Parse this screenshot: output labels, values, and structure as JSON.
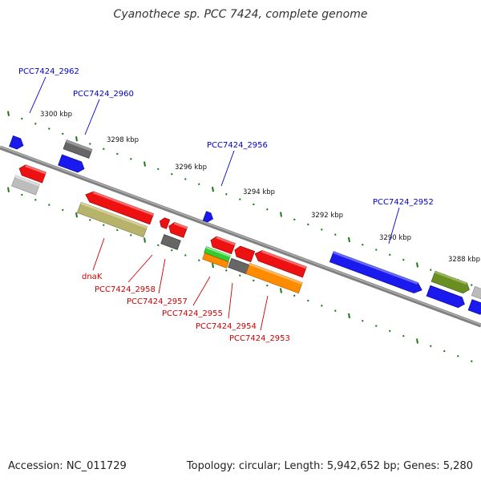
{
  "title": "Cyanothece sp. PCC 7424, complete genome",
  "footer": {
    "accession": "Accession: NC_011729",
    "summary": "Topology: circular; Length: 5,942,652 bp; Genes: 5,280"
  },
  "colors": {
    "forward_labels": "#0000cc",
    "reverse_labels": "#cc0000",
    "backbone": "#808080",
    "ticks": "#1a7a1a"
  },
  "scale": {
    "ticks": [
      "3300 kbp",
      "3298 kbp",
      "3296 kbp",
      "3294 kbp",
      "3292 kbp",
      "3290 kbp",
      "3288 kbp"
    ]
  },
  "forward_labels": [
    "PCC7424_2962",
    "PCC7424_2960",
    "PCC7424_2956",
    "PCC7424_2952"
  ],
  "reverse_labels": [
    "dnaK",
    "PCC7424_2958",
    "PCC7424_2957",
    "PCC7424_2955",
    "PCC7424_2954",
    "PCC7424_2953"
  ]
}
